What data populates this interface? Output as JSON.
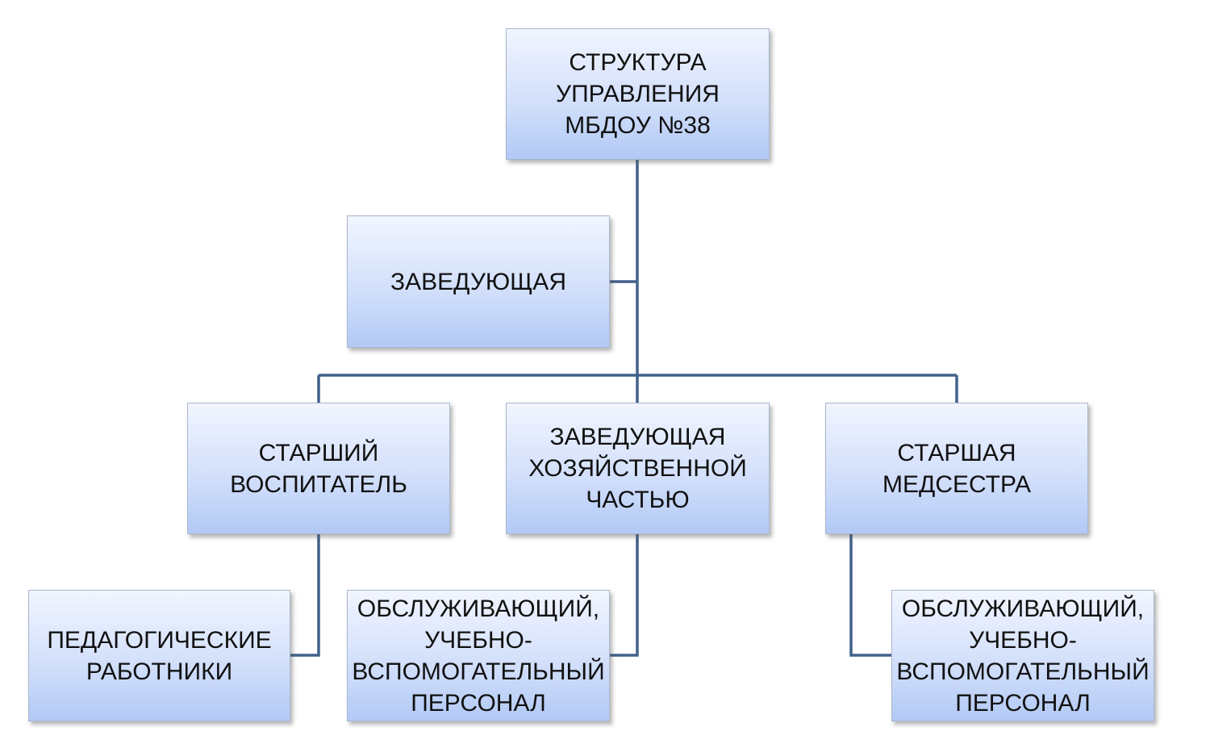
{
  "diagram": {
    "line_color": "#41618a",
    "nodes": {
      "root": {
        "label": "СТРУКТУРА\nУПРАВЛЕНИЯ\nМБДОУ №38"
      },
      "head": {
        "label": "ЗАВЕДУЮЩАЯ"
      },
      "senior_educator": {
        "label": "СТАРШИЙ\nВОСПИТАТЕЛЬ"
      },
      "household_manager": {
        "label": "ЗАВЕДУЮЩАЯ\nХОЗЯЙСТВЕННОЙ\nЧАСТЬЮ"
      },
      "head_nurse": {
        "label": "СТАРШАЯ\nМЕДСЕСТРА"
      },
      "teachers": {
        "label": "ПЕДАГОГИЧЕСКИЕ\nРАБОТНИКИ"
      },
      "support_staff_1": {
        "label": "ОБСЛУЖИВАЮЩИЙ,\nУЧЕБНО-\nВСПОМОГАТЕЛЬНЫЙ\nПЕРСОНАЛ"
      },
      "support_staff_2": {
        "label": "ОБСЛУЖИВАЮЩИЙ,\nУЧЕБНО-\nВСПОМОГАТЕЛЬНЫЙ\nПЕРСОНАЛ"
      }
    }
  }
}
